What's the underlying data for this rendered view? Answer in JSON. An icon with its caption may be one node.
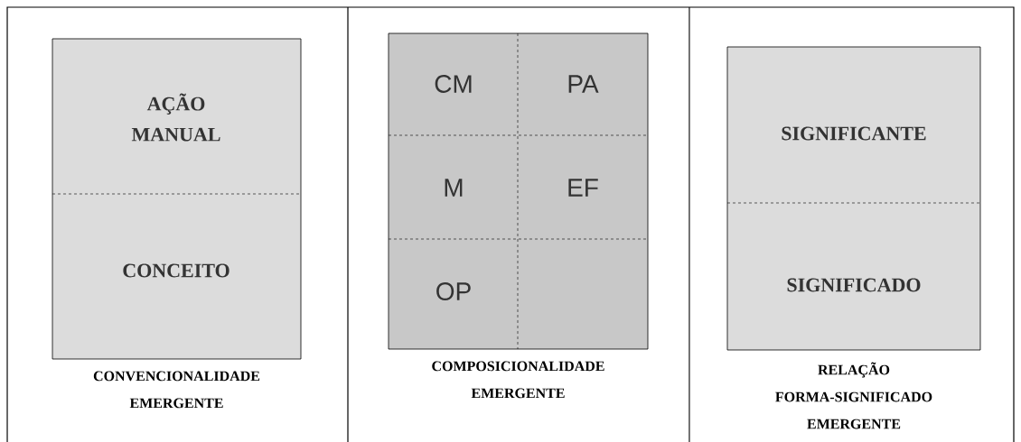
{
  "diagram": {
    "nodes": [
      {
        "text": [
          "AÇÃO MANUAL",
          "CONCEITO"
        ],
        "beside": [
          "CONVENCIONALIDADE EMERGENTE"
        ]
      },
      {
        "text": [
          "CM",
          "PA",
          "M",
          "EF",
          "OP"
        ],
        "beside": [
          "COMPOSICIONALIDADE EMERGENTE"
        ]
      },
      {
        "text": [
          "SIGNIFICANTE",
          "SIGNIFICADO"
        ],
        "beside": [
          "RELAÇÃO FORMA-SIGNIFICADO EMERGENTE"
        ]
      }
    ]
  }
}
